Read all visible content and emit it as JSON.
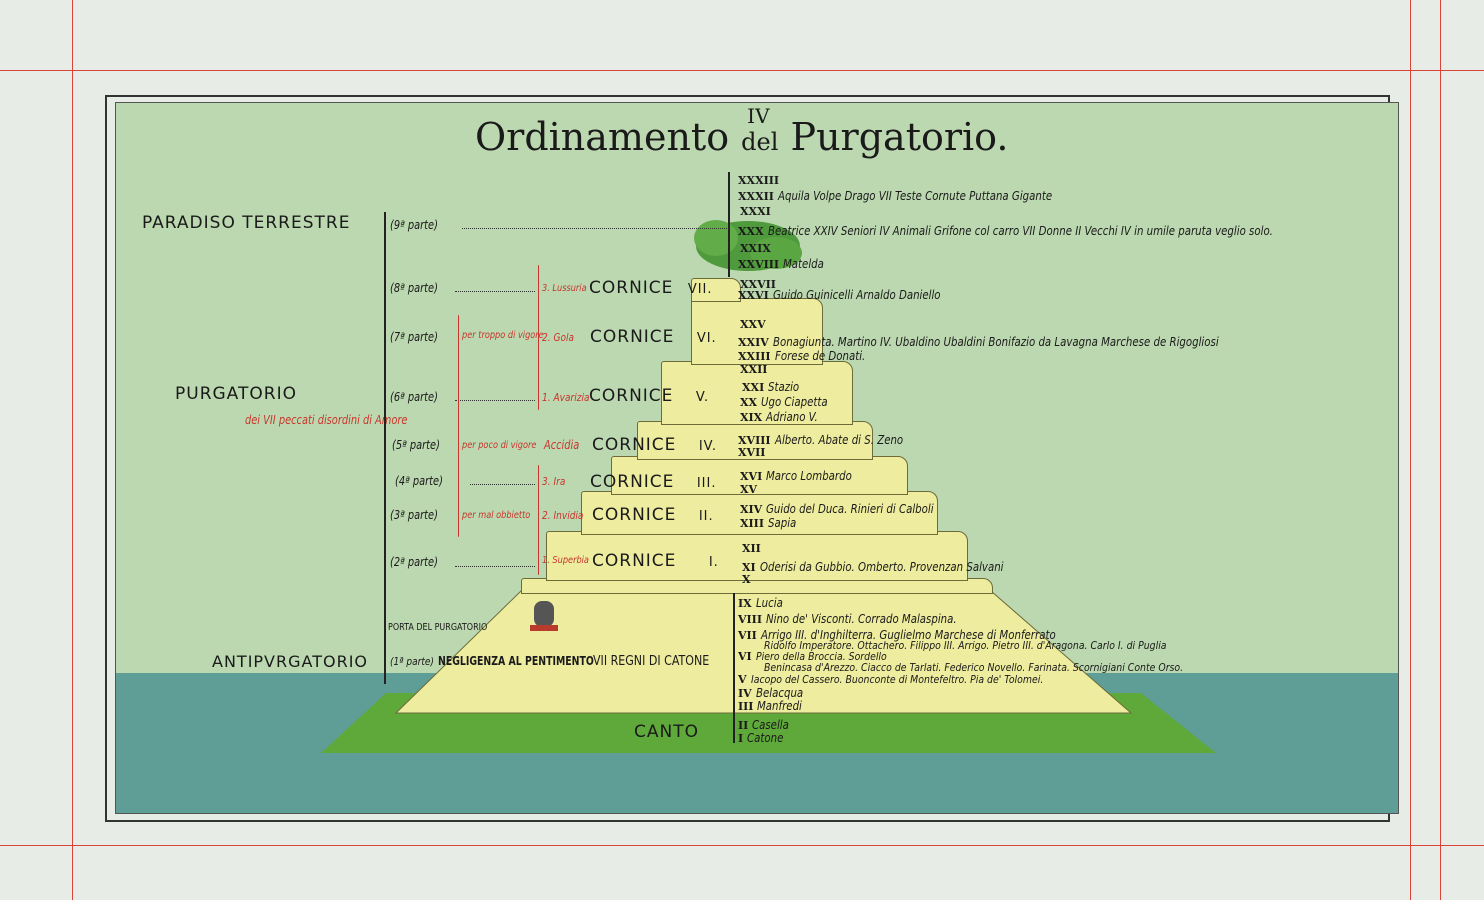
{
  "title": {
    "main_a": "Ordinamento",
    "main_b": "del",
    "main_c": "Purgatorio.",
    "superscript": "IV"
  },
  "left": {
    "paradiso": "PARADISO TERRESTRE",
    "purgatorio": "PURGATORIO",
    "purgatorio_sub": "dei VII peccati disordini di Amore",
    "antipurgatorio": "ANTIPVRGATORIO",
    "porta": "PORTA DEL PURGATORIO",
    "parts": [
      "(9ª parte)",
      "(8ª parte)",
      "(7ª parte)",
      "(6ª parte)",
      "(5ª parte)",
      "(4ª parte)",
      "(3ª parte)",
      "(2ª parte)",
      "(1ª parte)"
    ],
    "motives": [
      "per troppo di vigore",
      "per poco di vigore",
      "per mal obbietto"
    ],
    "sins": [
      "3. Lussuria",
      "2. Gola",
      "1. Avarizia",
      "Accidia",
      "3. Ira",
      "2. Invidia",
      "1. Superbia"
    ],
    "negligenza": "NEGLIGENZA AL PENTIMENTO",
    "regni": "VII REGNI DI CATONE"
  },
  "cornici": [
    {
      "label": "CORNICE",
      "num": "VII."
    },
    {
      "label": "CORNICE",
      "num": "VI."
    },
    {
      "label": "CORNICE",
      "num": "V."
    },
    {
      "label": "CORNICE",
      "num": "IV."
    },
    {
      "label": "CORNICE",
      "num": "III."
    },
    {
      "label": "CORNICE",
      "num": "II."
    },
    {
      "label": "CORNICE",
      "num": "I."
    }
  ],
  "canto_label": "CANTO",
  "cantos": [
    {
      "n": "XXXIII",
      "t": ""
    },
    {
      "n": "XXXII",
      "t": "Aquila Volpe Drago VII Teste Cornute Puttana Gigante"
    },
    {
      "n": "XXXI",
      "t": ""
    },
    {
      "n": "XXX",
      "t": "Beatrice XXIV Seniori IV Animali Grifone col carro VII Donne II Vecchi IV in umile paruta veglio solo."
    },
    {
      "n": "XXIX",
      "t": ""
    },
    {
      "n": "XXVIII",
      "t": "Matelda"
    },
    {
      "n": "XXVII",
      "t": ""
    },
    {
      "n": "XXVI",
      "t": "Guido Guinicelli   Arnaldo Daniello"
    },
    {
      "n": "XXV",
      "t": ""
    },
    {
      "n": "XXIV",
      "t": "Bonagiunta. Martino IV. Ubaldino Ubaldini  Bonifazio da Lavagna  Marchese de Rigogliosi"
    },
    {
      "n": "XXIII",
      "t": "Forese de Donati."
    },
    {
      "n": "XXII",
      "t": ""
    },
    {
      "n": "XXI",
      "t": "Stazio"
    },
    {
      "n": "XX",
      "t": "Ugo Ciapetta"
    },
    {
      "n": "XIX",
      "t": "Adriano V."
    },
    {
      "n": "XVIII",
      "t": "Alberto. Abate di S. Zeno"
    },
    {
      "n": "XVII",
      "t": ""
    },
    {
      "n": "XVI",
      "t": "Marco Lombardo"
    },
    {
      "n": "XV",
      "t": ""
    },
    {
      "n": "XIV",
      "t": "Guido del Duca. Rinieri di Calboli"
    },
    {
      "n": "XIII",
      "t": "Sapia"
    },
    {
      "n": "XII",
      "t": ""
    },
    {
      "n": "XI",
      "t": "Oderisi da Gubbio. Omberto. Provenzan Salvani"
    },
    {
      "n": "X",
      "t": ""
    },
    {
      "n": "IX",
      "t": "Lucia"
    },
    {
      "n": "VIII",
      "t": "Nino de' Visconti. Corrado Malaspina."
    },
    {
      "n": "VII",
      "t": "Arrigo III. d'Inghilterra. Guglielmo Marchese di Monferrato"
    },
    {
      "n": "",
      "t": "Ridolfo Imperatore. Ottachero. Filippo III. Arrigo. Pietro III. d'Aragona. Carlo I. di Puglia"
    },
    {
      "n": "VI",
      "t": "Piero della Broccia. Sordello"
    },
    {
      "n": "",
      "t": "Benincasa d'Arezzo. Ciacco de Tarlati. Federico Novello. Farinata. Scornigiani Conte Orso."
    },
    {
      "n": "V",
      "t": "Iacopo del Cassero. Buonconte di Montefeltro. Pia de' Tolomei."
    },
    {
      "n": "IV",
      "t": "Belacqua"
    },
    {
      "n": "III",
      "t": "Manfredi"
    },
    {
      "n": "II",
      "t": "Casella"
    },
    {
      "n": "I",
      "t": "Catone"
    }
  ],
  "colors": {
    "panel": "#bcd8b0",
    "sea": "#5f9e96",
    "island": "#5fa83a",
    "terrace": "#eeec9e",
    "red": "#c8362c"
  }
}
